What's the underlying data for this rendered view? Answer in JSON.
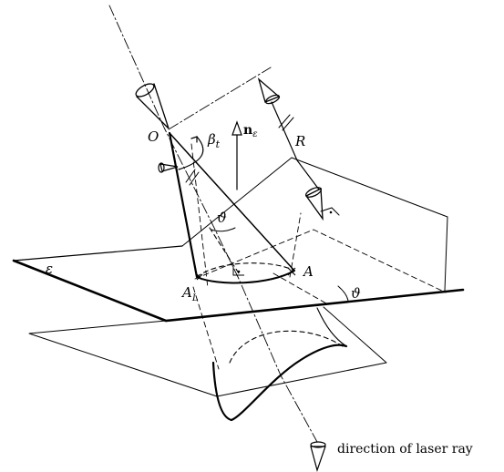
{
  "labels": {
    "O": "O",
    "beta_main": "β",
    "beta_sub": "t",
    "n_main": "n",
    "n_sub": "ε",
    "R": "R",
    "theta_upper": "ϑ",
    "epsilon": "ε",
    "A": "A",
    "AL_main": "A",
    "AL_sub": "L",
    "theta_right": "ϑ"
  },
  "caption": "direction of laser ray",
  "colors": {
    "stroke": "#000000",
    "background": "#ffffff"
  }
}
